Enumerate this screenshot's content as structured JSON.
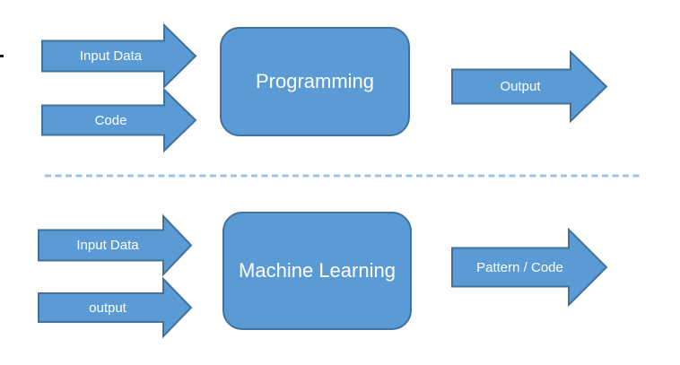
{
  "diagram": {
    "title": "Programming vs Machine Learning flow diagram",
    "colors": {
      "shape_fill": "#5B9BD5",
      "shape_border": "#41719C",
      "divider_dash": "#9DC3E6",
      "label_text": "#FFFFFF"
    },
    "top": {
      "input_arrow_1": "Input Data",
      "input_arrow_2": "Code",
      "process_box": "Programming",
      "output_arrow": "Output"
    },
    "bottom": {
      "input_arrow_1": "Input Data",
      "input_arrow_2": "output",
      "process_box": "Machine Learning",
      "output_arrow": "Pattern / Code"
    }
  }
}
